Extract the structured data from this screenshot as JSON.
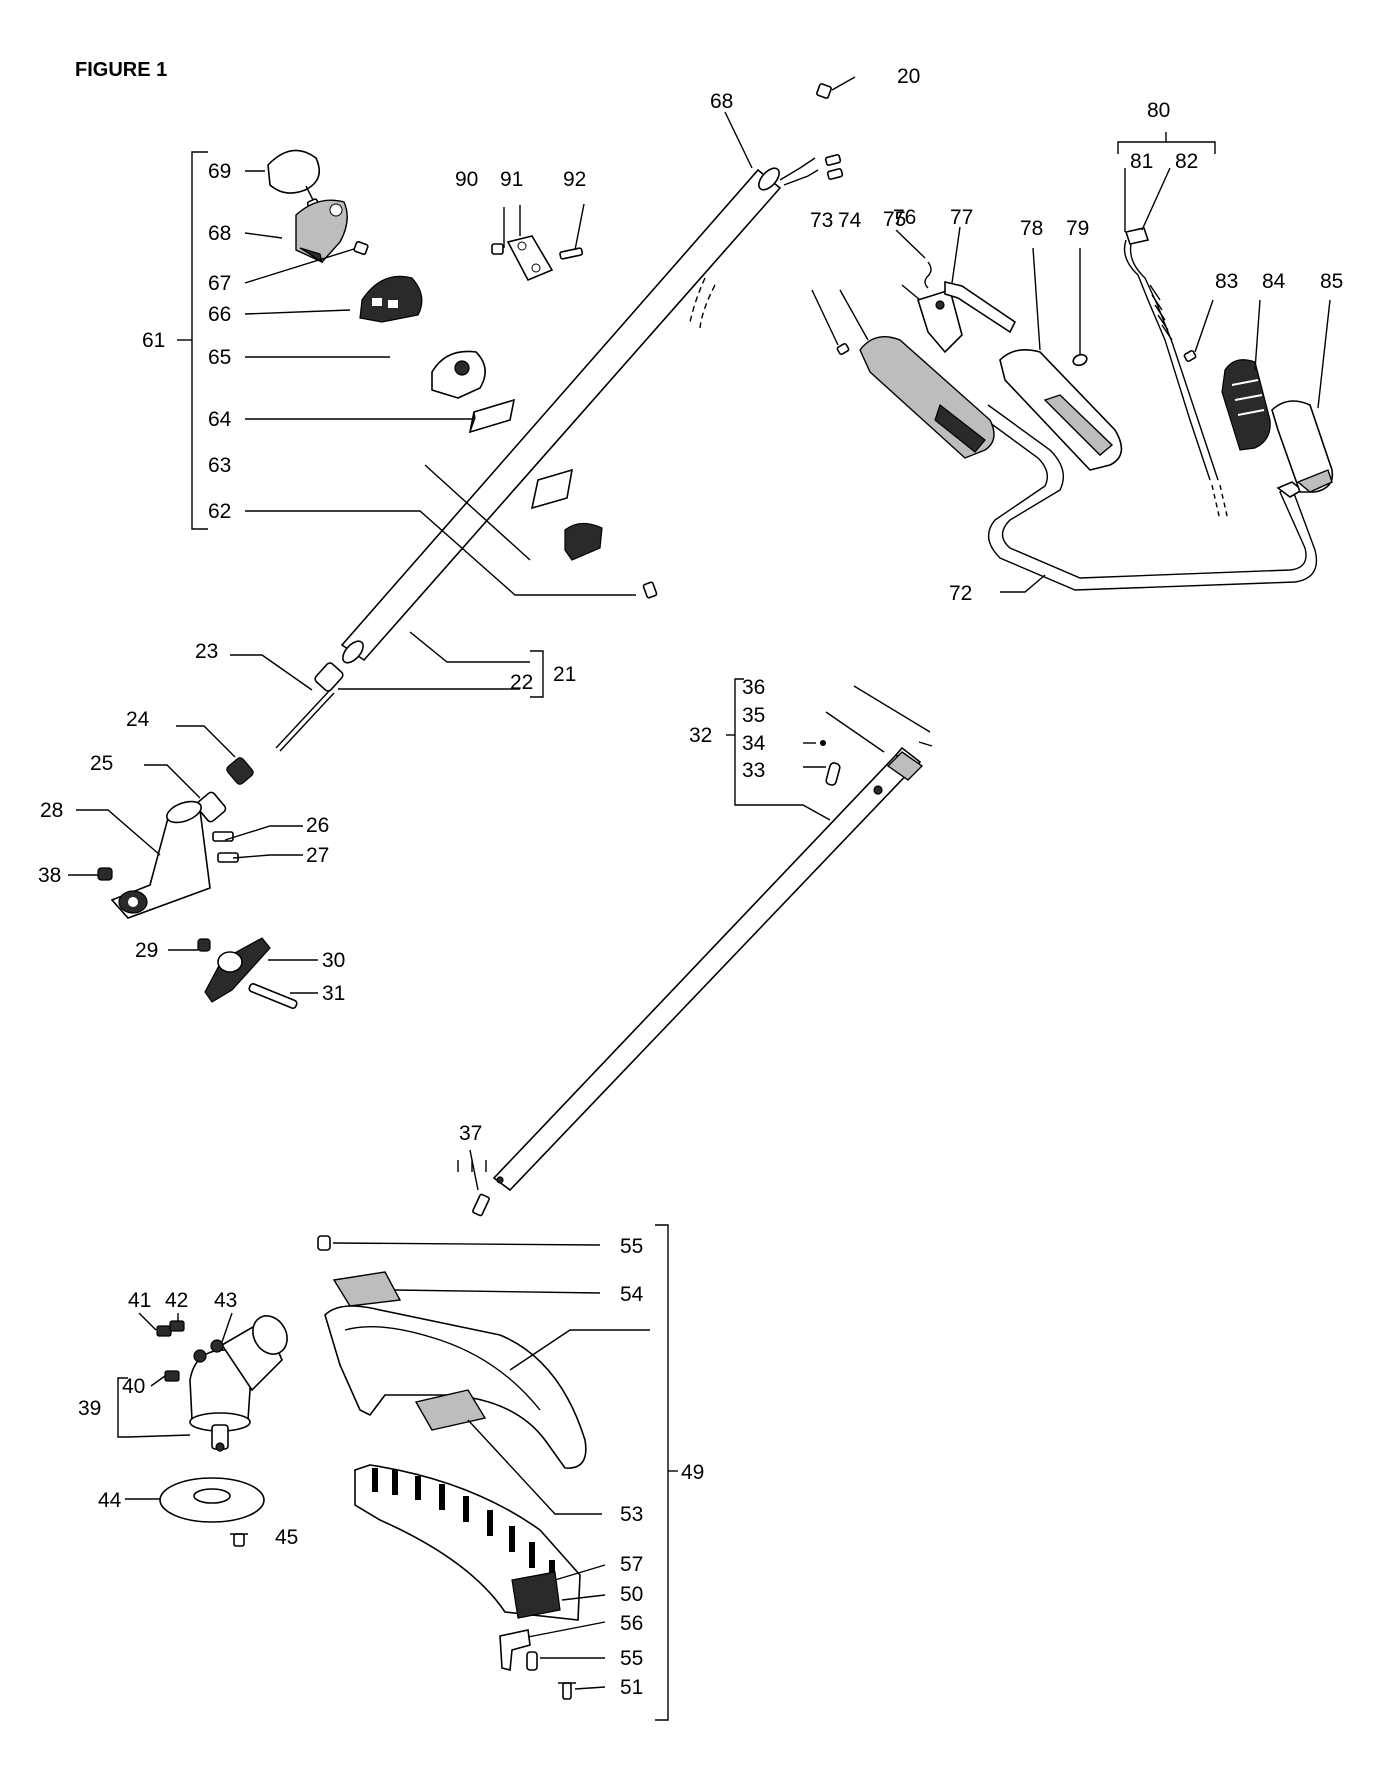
{
  "figure_title": "FIGURE 1",
  "labels": {
    "p20": "20",
    "p21": "21",
    "p22": "22",
    "p23": "23",
    "p24": "24",
    "p25": "25",
    "p26": "26",
    "p27": "27",
    "p28": "28",
    "p29": "29",
    "p30": "30",
    "p31": "31",
    "p32": "32",
    "p33": "33",
    "p34": "34",
    "p35": "35",
    "p36": "36",
    "p37": "37",
    "p38": "38",
    "p39": "39",
    "p40": "40",
    "p41": "41",
    "p42": "42",
    "p43": "43",
    "p44": "44",
    "p45": "45",
    "p49": "49",
    "p50": "50",
    "p51": "51",
    "p53": "53",
    "p54": "54",
    "p55a": "55",
    "p55b": "55",
    "p56": "56",
    "p57": "57",
    "p61": "61",
    "p62": "62",
    "p63": "63",
    "p64": "64",
    "p65": "65",
    "p66": "66",
    "p67": "67",
    "p68a": "68",
    "p68b": "68",
    "p69": "69",
    "p72": "72",
    "p73": "73",
    "p74": "74",
    "p75": "75",
    "p76": "76",
    "p77": "77",
    "p78": "78",
    "p79": "79",
    "p80": "80",
    "p81": "81",
    "p82": "82",
    "p83": "83",
    "p84": "84",
    "p85": "85",
    "p90": "90",
    "p91": "91",
    "p92": "92"
  }
}
